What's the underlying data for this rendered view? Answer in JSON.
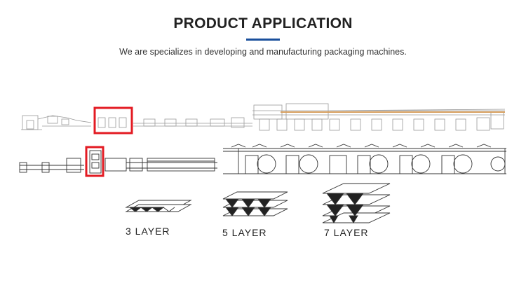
{
  "header": {
    "title": "PRODUCT APPLICATION",
    "subtitle": "We are specializes in developing and manufacturing packaging machines."
  },
  "samples": [
    {
      "label": "3 LAYER",
      "layers": 3
    },
    {
      "label": "5 LAYER",
      "layers": 5
    },
    {
      "label": "7 LAYER",
      "layers": 7
    }
  ],
  "colors": {
    "accent": "#1a4f9c",
    "highlight": "#e31b23",
    "line_art": "#333333"
  }
}
